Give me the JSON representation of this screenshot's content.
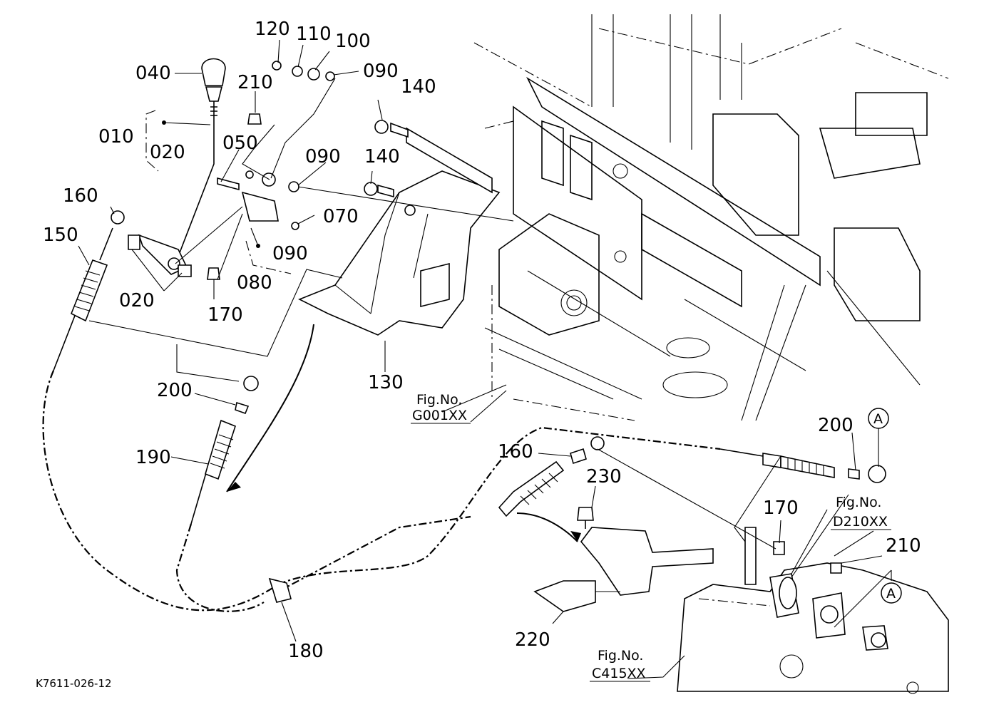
{
  "diagram": {
    "code": "K7611-026-12",
    "labels": {
      "p010": "010",
      "p020a": "020",
      "p020b": "020",
      "p040": "040",
      "p050": "050",
      "p070": "070",
      "p080": "080",
      "p090a": "090",
      "p090b": "090",
      "p090c": "090",
      "p100": "100",
      "p110": "110",
      "p120": "120",
      "p130": "130",
      "p140a": "140",
      "p140b": "140",
      "p150": "150",
      "p160a": "160",
      "p160b": "160",
      "p170a": "170",
      "p170b": "170",
      "p180": "180",
      "p190": "190",
      "p200a": "200",
      "p200b": "200",
      "p210a": "210",
      "p210b": "210",
      "p220": "220",
      "p230": "230"
    },
    "refs": {
      "g001_title": "Fig.No.",
      "g001_code": "G001XX",
      "d210_title": "Fig.No.",
      "d210_code": "D210XX",
      "c415_title": "Fig.No.",
      "c415_code": "C415XX"
    },
    "markers": {
      "a1": "A",
      "a2": "A"
    }
  }
}
